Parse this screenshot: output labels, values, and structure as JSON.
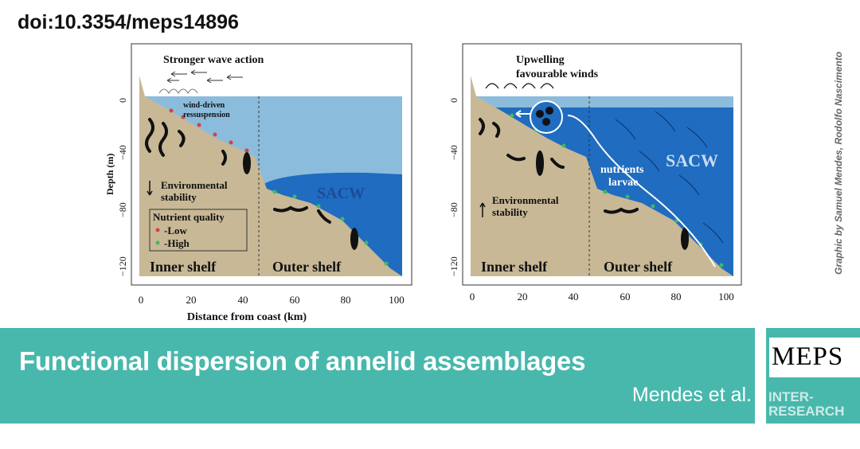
{
  "header": {
    "doi": "doi:10.3354/meps14896",
    "credit": "Graphic by Samuel Mendes, Rodolfo Nascimento"
  },
  "left_panel": {
    "title": "Stronger wave action",
    "resuspension_line1": "wind-driven",
    "resuspension_line2": "ressuspension",
    "stability_line1": "Environmental",
    "stability_line2": "stability",
    "legend_title": "Nutrient quality",
    "legend_low": "-Low",
    "legend_high": "-High",
    "water_mass": "SACW",
    "zone_inner": "Inner shelf",
    "zone_outer": "Outer shelf",
    "y_axis_label": "Depth (m)",
    "x_axis_label": "Distance from coast (km)",
    "y_ticks": [
      "0",
      "−40",
      "−80",
      "−120"
    ],
    "x_ticks": [
      "0",
      "20",
      "40",
      "60",
      "80",
      "100"
    ]
  },
  "right_panel": {
    "title_line1": "Upwelling",
    "title_line2": "favourable winds",
    "stability_line1": "Environmental",
    "stability_line2": "stability",
    "flow_line1": "nutrients",
    "flow_line2": "larvae",
    "water_mass": "SACW",
    "zone_inner": "Inner shelf",
    "zone_outer": "Outer shelf",
    "y_ticks": [
      "0",
      "−40",
      "−80",
      "−120"
    ],
    "x_ticks": [
      "0",
      "20",
      "40",
      "60",
      "80",
      "100"
    ]
  },
  "banner": {
    "title": "Functional dispersion of annelid assemblages",
    "authors": "Mendes et al."
  },
  "logo": {
    "journal": "MEPS",
    "publisher_line1": "INTER-",
    "publisher_line2": "RESEARCH"
  },
  "colors": {
    "banner": "#48b8ac",
    "sediment": "#c8b896",
    "light_water": "#8cbcdc",
    "deep_water": "#1f6cc0",
    "low_nutrient": "#d84040",
    "high_nutrient": "#40b860"
  }
}
